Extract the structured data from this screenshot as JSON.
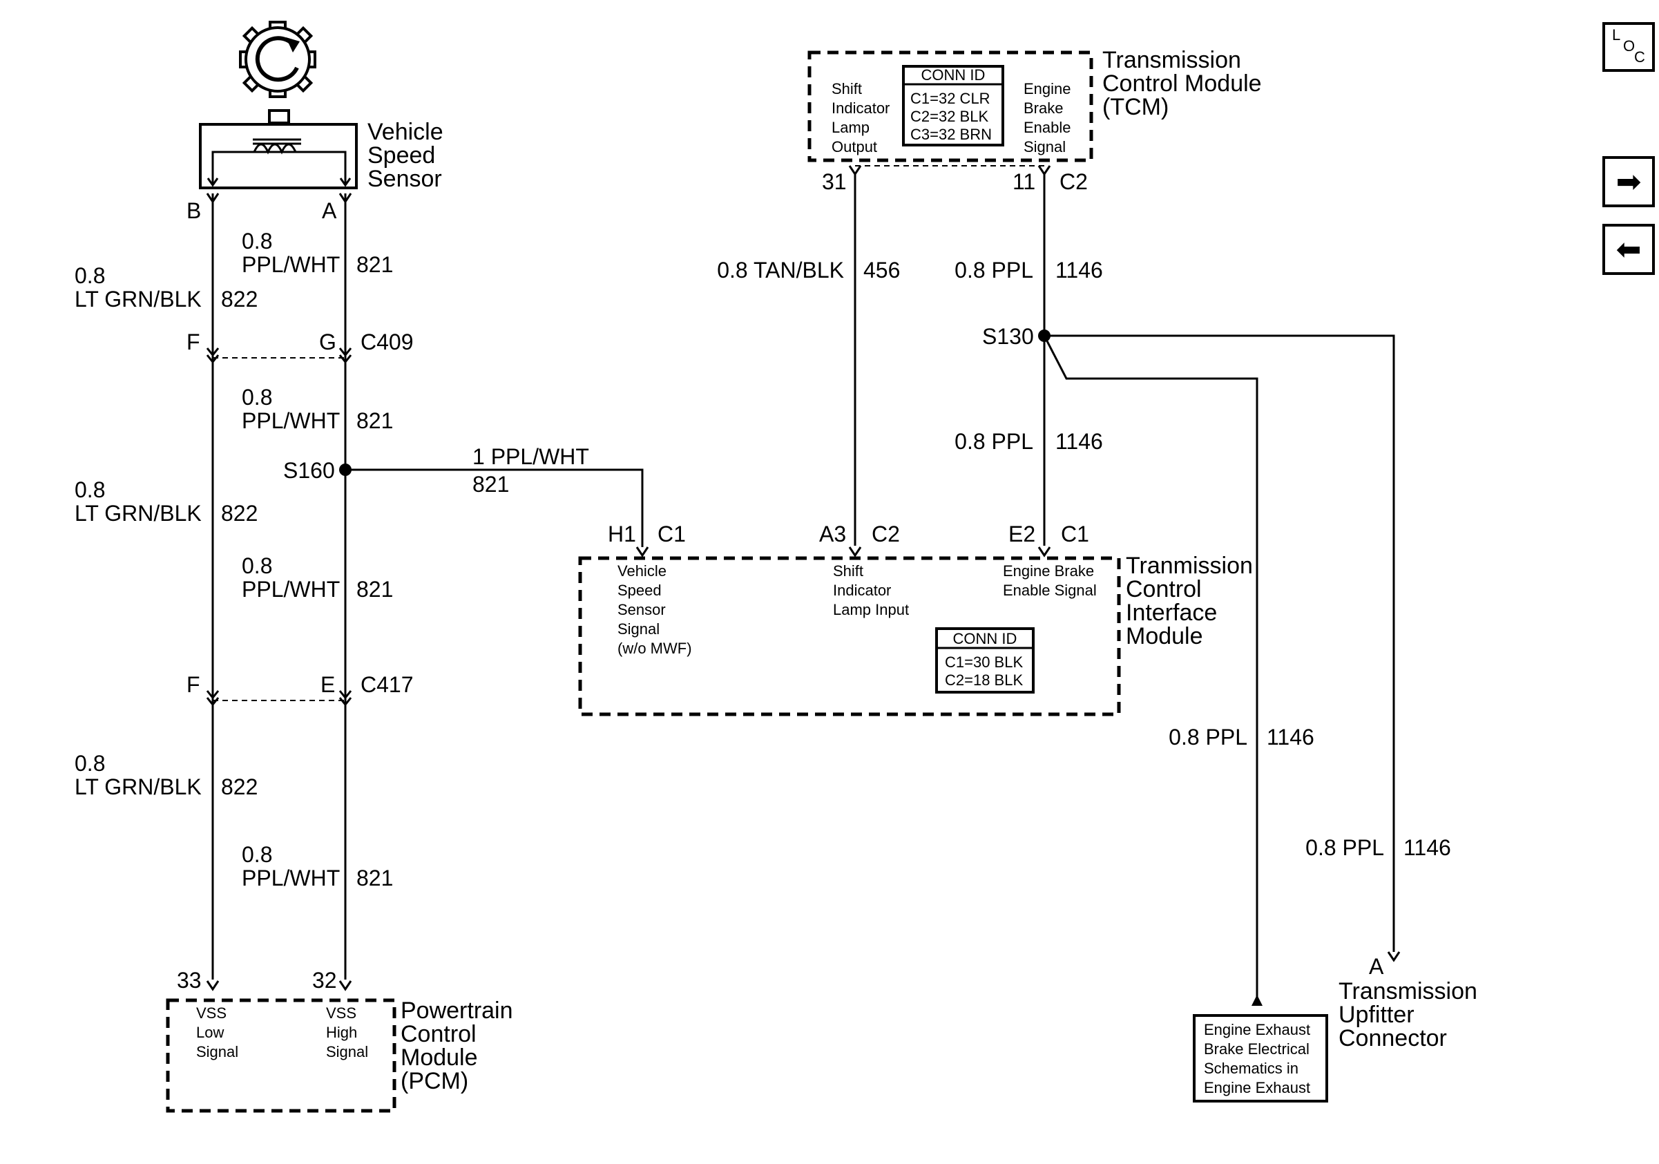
{
  "vss": {
    "name": [
      "Vehicle",
      "Speed",
      "Sensor"
    ],
    "pin_b": "B",
    "pin_a": "A"
  },
  "wires": {
    "w822": {
      "size": "0.8",
      "color": "LT GRN/BLK",
      "circuit": "822"
    },
    "w821": {
      "size": "0.8",
      "color": "PPL/WHT",
      "circuit": "821"
    },
    "w821_branch": {
      "label": "1 PPL/WHT",
      "circuit": "821"
    },
    "w456": {
      "label": "0.8 TAN/BLK",
      "circuit": "456"
    },
    "w1146": {
      "label": "0.8 PPL",
      "circuit": "1146"
    }
  },
  "connectors": {
    "c409": {
      "name": "C409",
      "pin_left": "F",
      "pin_right": "G"
    },
    "c417": {
      "name": "C417",
      "pin_left": "F",
      "pin_right": "E"
    }
  },
  "splices": {
    "s160": "S160",
    "s130": "S130"
  },
  "tcm": {
    "name": [
      "Transmission",
      "Control Module",
      "(TCM)"
    ],
    "left_label": [
      "Shift",
      "Indicator",
      "Lamp",
      "Output"
    ],
    "right_label": [
      "Engine",
      "Brake",
      "Enable",
      "Signal"
    ],
    "conn_id_title": "CONN ID",
    "conn_id": [
      "C1=32 CLR",
      "C2=32 BLK",
      "C3=32 BRN"
    ],
    "pin_left": "31",
    "pin_right": "11",
    "connector": "C2"
  },
  "tcim": {
    "name": [
      "Tranmission",
      "Control",
      "Interface",
      "Module"
    ],
    "label_vss": [
      "Vehicle",
      "Speed",
      "Sensor",
      "Signal",
      "(w/o MWF)"
    ],
    "label_lamp": [
      "Shift",
      "Indicator",
      "Lamp Input"
    ],
    "label_brake": [
      "Engine Brake",
      "Enable Signal"
    ],
    "pins": [
      {
        "pin": "H1",
        "conn": "C1"
      },
      {
        "pin": "A3",
        "conn": "C2"
      },
      {
        "pin": "E2",
        "conn": "C1"
      }
    ],
    "conn_id_title": "CONN ID",
    "conn_id": [
      "C1=30 BLK",
      "C2=18 BLK"
    ]
  },
  "pcm": {
    "name": [
      "Powertrain",
      "Control",
      "Module",
      "(PCM)"
    ],
    "pin_low": "33",
    "pin_high": "32",
    "label_low": [
      "VSS",
      "Low",
      "Signal"
    ],
    "label_high": [
      "VSS",
      "High",
      "Signal"
    ]
  },
  "exhaust_ref": [
    "Engine Exhaust",
    "Brake Electrical",
    "Schematics in",
    "Engine Exhaust"
  ],
  "upfitter": {
    "pin": "A",
    "name": [
      "Transmission",
      "Upfitter",
      "Connector"
    ]
  },
  "nav": {
    "loc_l": "L",
    "loc_o": "O",
    "loc_c": "C",
    "forward_glyph": "➡",
    "back_glyph": "⬅"
  }
}
